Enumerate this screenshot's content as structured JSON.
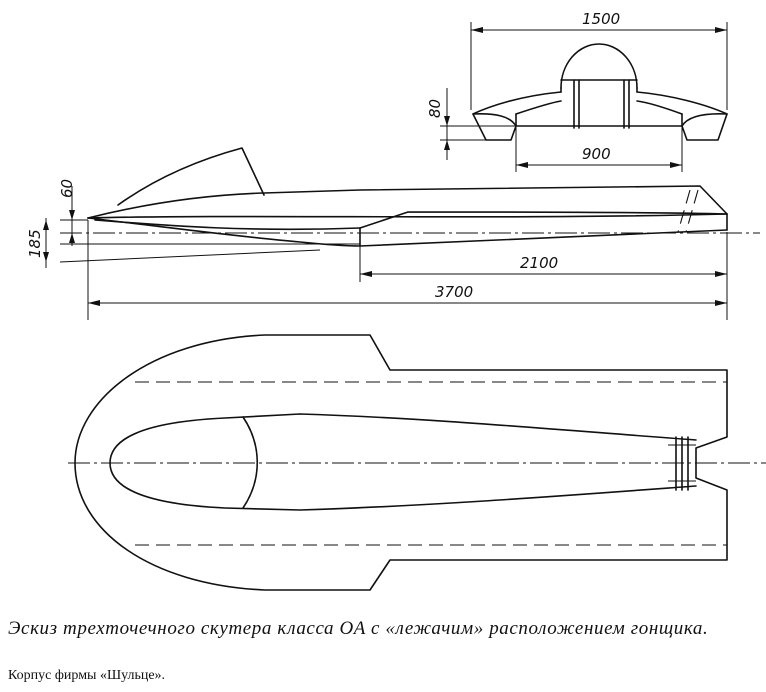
{
  "dimensions": {
    "front_width": "1500",
    "front_inner_width": "900",
    "front_step": "80",
    "side_deck": "60",
    "side_height": "185",
    "side_stern_length": "2100",
    "overall_length": "3700"
  },
  "caption": {
    "title": "Эскиз трехточечного скутера класса OA с «лежачим» расположением гонщика.",
    "note": "Корпус фирмы «Шульце»."
  }
}
